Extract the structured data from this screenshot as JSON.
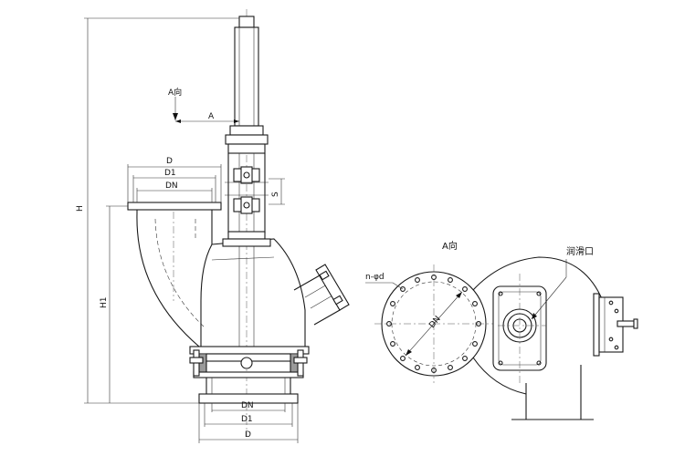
{
  "labels": {
    "a_view_arrow": "A向",
    "dim_a": "A",
    "dim_d_top": "D",
    "dim_d1_top": "D1",
    "dim_dn_top": "DN",
    "dim_s": "S",
    "dim_h": "H",
    "dim_h1": "H1",
    "dim_dn_bottom": "DN",
    "dim_d1_bottom": "D1",
    "dim_d_bottom": "D",
    "view_a_title": "A向",
    "bolt_holes": "n-φd",
    "flange_dn": "DN",
    "lubrication_port": "润滑口"
  }
}
